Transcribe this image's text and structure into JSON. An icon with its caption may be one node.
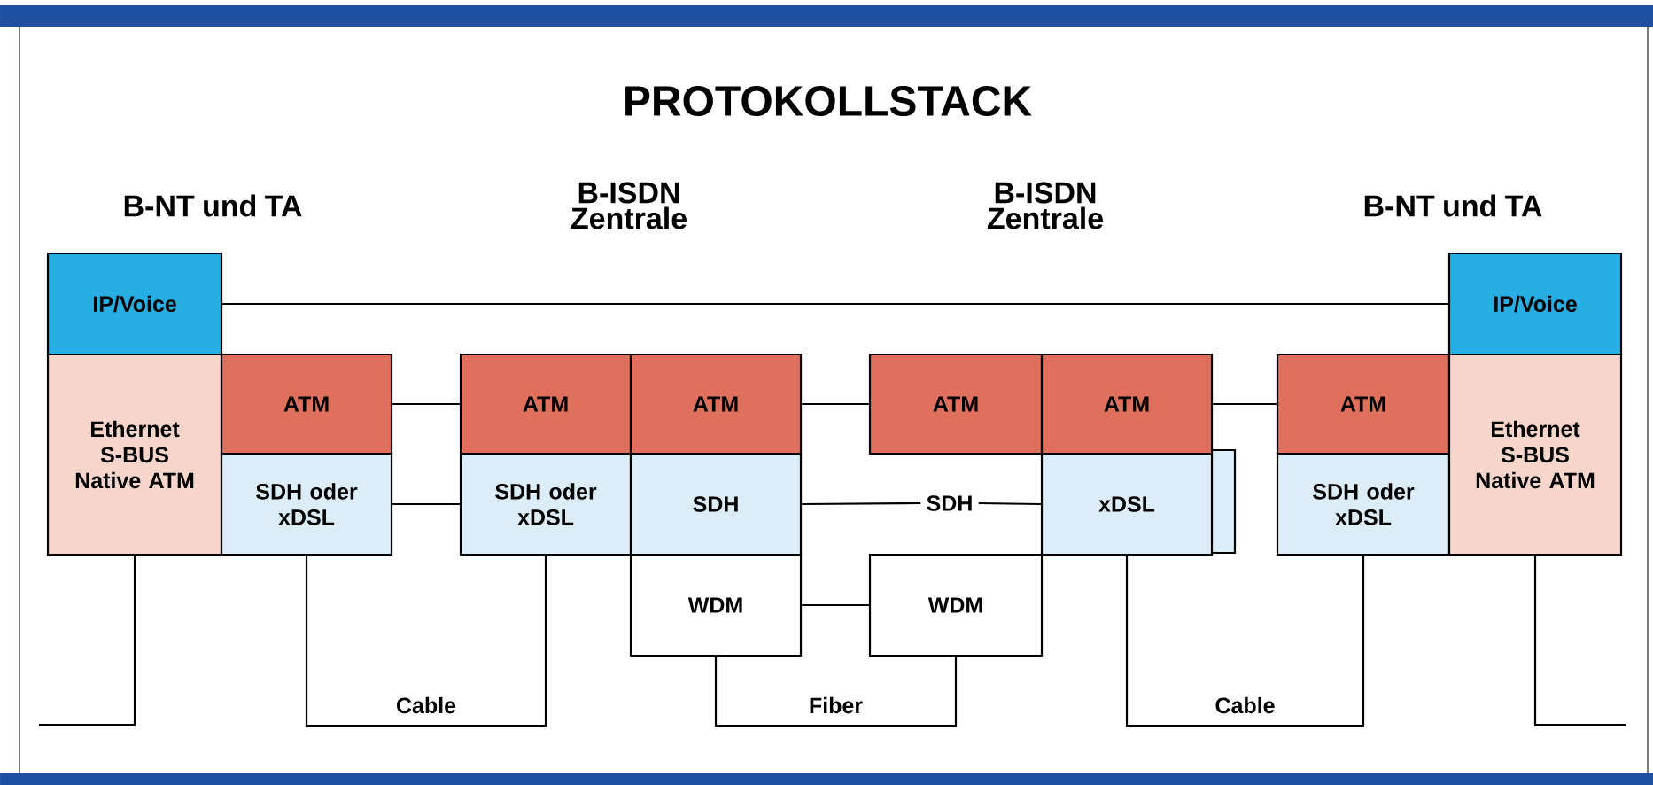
{
  "diagram": {
    "title": "PROTOKOLLSTACK",
    "nodes": [
      {
        "text": [
          "IP/Voice"
        ]
      },
      {
        "text": [
          "Ethernet S-BUS Native ATM"
        ]
      },
      {
        "text": [
          "ATM"
        ]
      },
      {
        "text": [
          "SDH oder xDSL"
        ]
      },
      {
        "text": [
          "ATM"
        ]
      },
      {
        "text": [
          "SDH oder xDSL"
        ]
      },
      {
        "text": [
          "ATM"
        ]
      },
      {
        "text": [
          "SDH"
        ]
      },
      {
        "text": [
          "WDM"
        ]
      },
      {
        "text": [
          "ATM"
        ]
      },
      {
        "text": [
          "SDH"
        ]
      },
      {
        "text": [
          "WDM"
        ]
      },
      {
        "text": [
          "ATM"
        ]
      },
      {
        "text": [
          "xDSL"
        ]
      },
      {
        "text": [
          "ATM"
        ]
      },
      {
        "text": [
          "SDH oder xDSL"
        ]
      },
      {
        "text": [
          "IP/Voice"
        ]
      },
      {
        "text": [
          "Ethernet S-BUS Native ATM"
        ]
      }
    ],
    "edges": [
      {
        "from": 0,
        "to": 16,
        "arrow": "none"
      },
      {
        "from": 2,
        "to": 4,
        "arrow": "none"
      },
      {
        "from": 3,
        "to": 5,
        "arrow": "none"
      },
      {
        "from": 6,
        "to": 9,
        "arrow": "none"
      },
      {
        "from": 7,
        "to": 10,
        "arrow": "none"
      },
      {
        "from": 10,
        "to": 13,
        "arrow": "none"
      },
      {
        "from": 8,
        "to": 11,
        "arrow": "none"
      },
      {
        "from": 12,
        "to": 14,
        "arrow": "none"
      },
      {
        "from": 1,
        "to": null,
        "arrow": "none"
      },
      {
        "from": 3,
        "to": 5,
        "arrow": "none",
        "label": "Cable"
      },
      {
        "from": 8,
        "to": 11,
        "arrow": "none",
        "label": "Fiber"
      },
      {
        "from": 13,
        "to": 15,
        "arrow": "none",
        "label": "Cable"
      },
      {
        "from": 17,
        "to": null,
        "arrow": "none"
      }
    ],
    "labels": [
      "B-NT und TA",
      "B-ISDN Zentrale",
      "B-ISDN Zentrale",
      "B-NT und TA"
    ]
  }
}
